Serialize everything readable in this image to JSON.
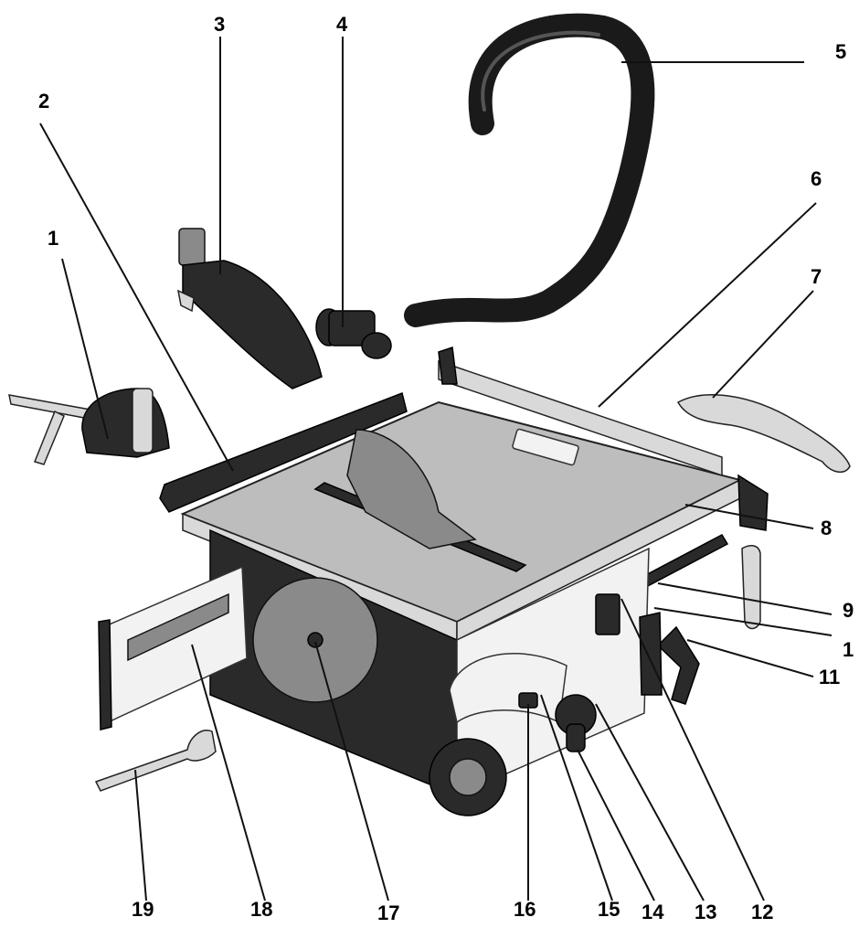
{
  "callouts": [
    {
      "id": "1a",
      "label": "1"
    },
    {
      "id": "2",
      "label": "2"
    },
    {
      "id": "3",
      "label": "3"
    },
    {
      "id": "4",
      "label": "4"
    },
    {
      "id": "5",
      "label": "5"
    },
    {
      "id": "6",
      "label": "6"
    },
    {
      "id": "7",
      "label": "7"
    },
    {
      "id": "8",
      "label": "8"
    },
    {
      "id": "9",
      "label": "9"
    },
    {
      "id": "10",
      "label": "1"
    },
    {
      "id": "11",
      "label": "11"
    },
    {
      "id": "12",
      "label": "12"
    },
    {
      "id": "13",
      "label": "13"
    },
    {
      "id": "14",
      "label": "14"
    },
    {
      "id": "15",
      "label": "15"
    },
    {
      "id": "16",
      "label": "16"
    },
    {
      "id": "17",
      "label": "17"
    },
    {
      "id": "18",
      "label": "18"
    },
    {
      "id": "19",
      "label": "19"
    }
  ]
}
